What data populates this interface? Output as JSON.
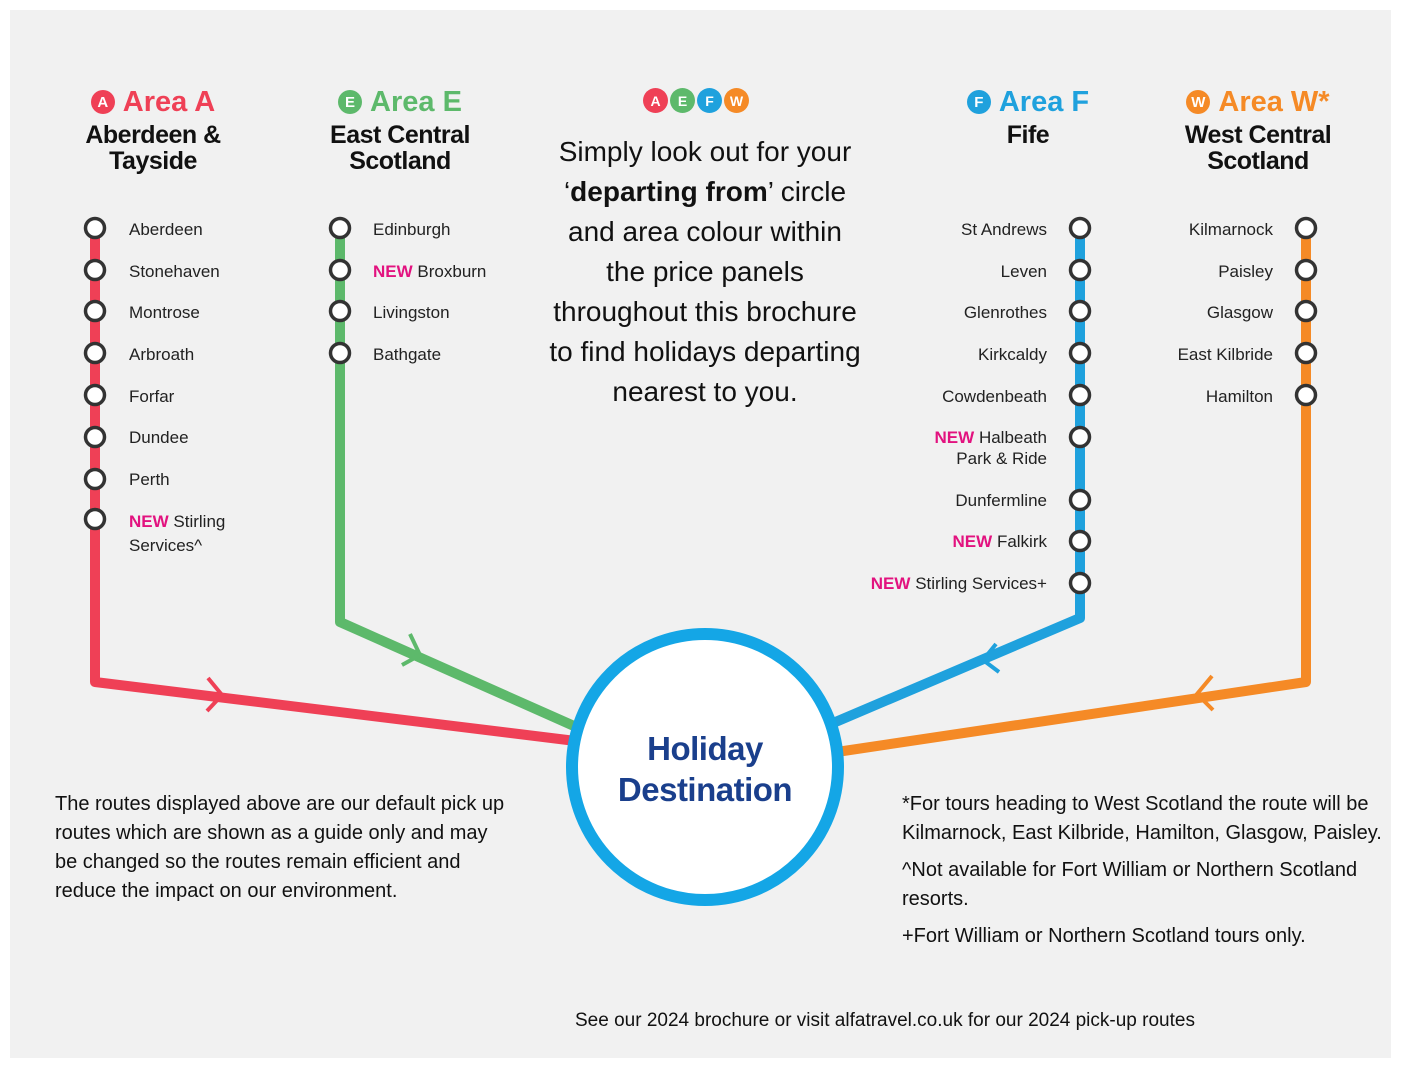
{
  "colors": {
    "area_a": "#ef4056",
    "area_e": "#5db96b",
    "area_f": "#1fa1dd",
    "area_w": "#f58a26",
    "destination_text": "#1a3f8c",
    "new_tag": "#e2127f"
  },
  "areas": {
    "a": {
      "badge": "A",
      "title": "Area A",
      "region": "Aberdeen &\nTayside",
      "stops": [
        {
          "new": "",
          "name": "Aberdeen"
        },
        {
          "new": "",
          "name": "Stonehaven"
        },
        {
          "new": "",
          "name": "Montrose"
        },
        {
          "new": "",
          "name": "Arbroath"
        },
        {
          "new": "",
          "name": "Forfar"
        },
        {
          "new": "",
          "name": "Dundee"
        },
        {
          "new": "",
          "name": "Perth"
        },
        {
          "new": "NEW",
          "name": "Stirling\nServices^"
        }
      ]
    },
    "e": {
      "badge": "E",
      "title": "Area E",
      "region": "East Central\nScotland",
      "stops": [
        {
          "new": "",
          "name": "Edinburgh"
        },
        {
          "new": "NEW",
          "name": "Broxburn"
        },
        {
          "new": "",
          "name": "Livingston"
        },
        {
          "new": "",
          "name": "Bathgate"
        }
      ]
    },
    "f": {
      "badge": "F",
      "title": "Area F",
      "region": "Fife",
      "stops": [
        {
          "new": "",
          "name": "St Andrews"
        },
        {
          "new": "",
          "name": "Leven"
        },
        {
          "new": "",
          "name": "Glenrothes"
        },
        {
          "new": "",
          "name": "Kirkcaldy"
        },
        {
          "new": "",
          "name": "Cowdenbeath"
        },
        {
          "new": "NEW",
          "name": "Halbeath\nPark & Ride"
        },
        {
          "new": "",
          "name": "Dunfermline"
        },
        {
          "new": "NEW",
          "name": "Falkirk"
        },
        {
          "new": "NEW",
          "name": "Stirling Services+"
        }
      ]
    },
    "w": {
      "badge": "W",
      "title": "Area W*",
      "region": "West Central\nScotland",
      "stops": [
        {
          "new": "",
          "name": "Kilmarnock"
        },
        {
          "new": "",
          "name": "Paisley"
        },
        {
          "new": "",
          "name": "Glasgow"
        },
        {
          "new": "",
          "name": "East Kilbride"
        },
        {
          "new": "",
          "name": "Hamilton"
        }
      ]
    }
  },
  "center": {
    "badges": [
      "A",
      "E",
      "F",
      "W"
    ],
    "text_1": "Simply look out for your ‘",
    "text_bold": "departing from",
    "text_2": "’ circle and area colour within the price panels throughout this brochure to find holidays departing nearest to you."
  },
  "destination": {
    "line1": "Holiday",
    "line2": "Destination"
  },
  "note_left": "The routes displayed above are our default pick up routes which are shown as a guide only and may be changed so the routes remain efficient and reduce the impact on our environment.",
  "notes_right": [
    "*For tours heading to West Scotland the route will be Kilmarnock, East Kilbride, Hamilton, Glasgow, Paisley.",
    "^Not available for Fort William or Northern Scotland resorts.",
    "+Fort William or Northern Scotland tours only."
  ],
  "footer": "See our 2024 brochure or visit alfatravel.co.uk for our 2024 pick-up routes"
}
